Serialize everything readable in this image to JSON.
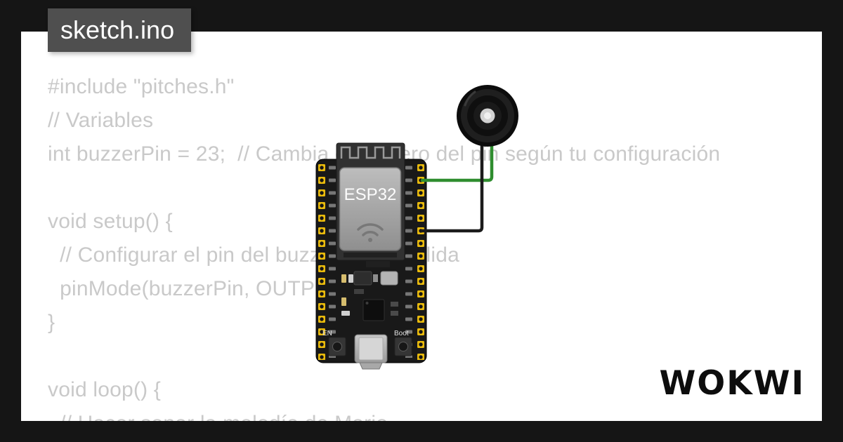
{
  "frame": {
    "title": "sketch.ino"
  },
  "code": {
    "lines": [
      "#include \"pitches.h\"",
      "// Variables",
      "int buzzerPin = 23;  // Cambia el número del pin según tu configuración",
      "",
      "void setup() {",
      "  // Configurar el pin del buzzer como salida",
      "  pinMode(buzzerPin, OUTPUT);",
      "}",
      "",
      "void loop() {",
      "  // Hacer sonar la melodía de Mario"
    ]
  },
  "circuit": {
    "board": {
      "part": "esp32-devkit",
      "chip_label": "ESP32",
      "button_left": "EN",
      "button_right": "Boot"
    },
    "buzzer": {
      "part": "piezo-buzzer"
    },
    "wires": [
      {
        "name": "buzzer-signal-wire",
        "color": "#2f8d2f"
      },
      {
        "name": "buzzer-gnd-wire",
        "color": "#1b1b1b"
      }
    ]
  },
  "branding": {
    "logo_text": "WOKWI"
  },
  "colors": {
    "page_background": "#151515",
    "panel": "#ffffff",
    "title_box": "#4f4f4f",
    "code_text": "#c9c9c9",
    "pin_yellow": "#e9ba0c",
    "wire_green": "#2f8d2f",
    "wire_black": "#1b1b1b",
    "logo": "#0d0d0d"
  }
}
